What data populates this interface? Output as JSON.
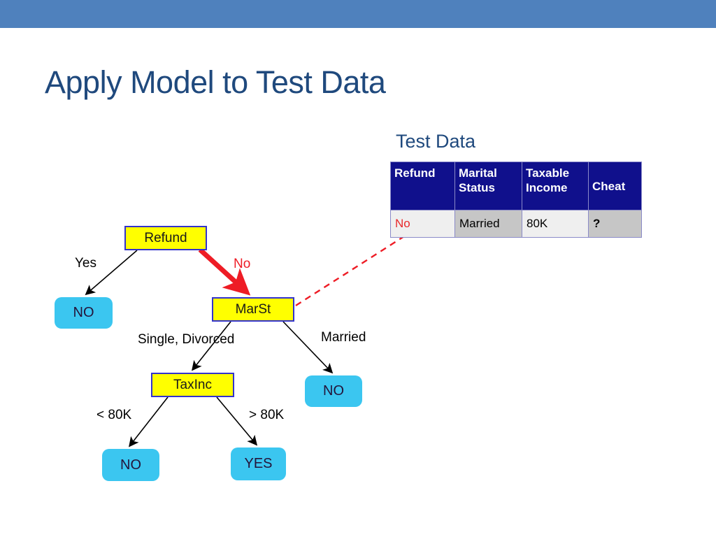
{
  "slide": {
    "title": "Apply Model to Test Data",
    "accent_bar_color": "#4F81BD",
    "title_color": "#1F497D"
  },
  "test_data": {
    "caption": "Test Data",
    "header_bg": "#10108C",
    "columns": [
      "Refund",
      "Marital Status",
      "Taxable Income",
      "Cheat"
    ],
    "columns_wrapped": [
      [
        "Refund",
        ""
      ],
      [
        "Marital",
        "Status"
      ],
      [
        "Taxable",
        "Income"
      ],
      [
        "",
        "Cheat"
      ]
    ],
    "rows": [
      {
        "refund": "No",
        "marital_status": "Married",
        "taxable_income": "80K",
        "cheat": "?"
      }
    ]
  },
  "tree": {
    "nodes": [
      {
        "id": "refund",
        "label": "Refund",
        "type": "internal"
      },
      {
        "id": "marst",
        "label": "MarSt",
        "type": "internal"
      },
      {
        "id": "taxinc",
        "label": "TaxInc",
        "type": "internal"
      },
      {
        "id": "leaf-yes-no",
        "label": "NO",
        "type": "leaf"
      },
      {
        "id": "leaf-married-no",
        "label": "NO",
        "type": "leaf"
      },
      {
        "id": "leaf-lt80k-no",
        "label": "NO",
        "type": "leaf"
      },
      {
        "id": "leaf-gt80k-yes",
        "label": "YES",
        "type": "leaf"
      }
    ],
    "edge_labels": {
      "yes": "Yes",
      "no": "No",
      "single_divorced": "Single, Divorced",
      "married": "Married",
      "lt_80k": "< 80K",
      "gt_80k": "> 80K"
    },
    "colors": {
      "internal_fill": "#FFFF00",
      "internal_border": "#3333CC",
      "leaf_fill": "#3BC6F0",
      "highlight_edge": "#EE1C25",
      "normal_edge": "#000000"
    }
  }
}
